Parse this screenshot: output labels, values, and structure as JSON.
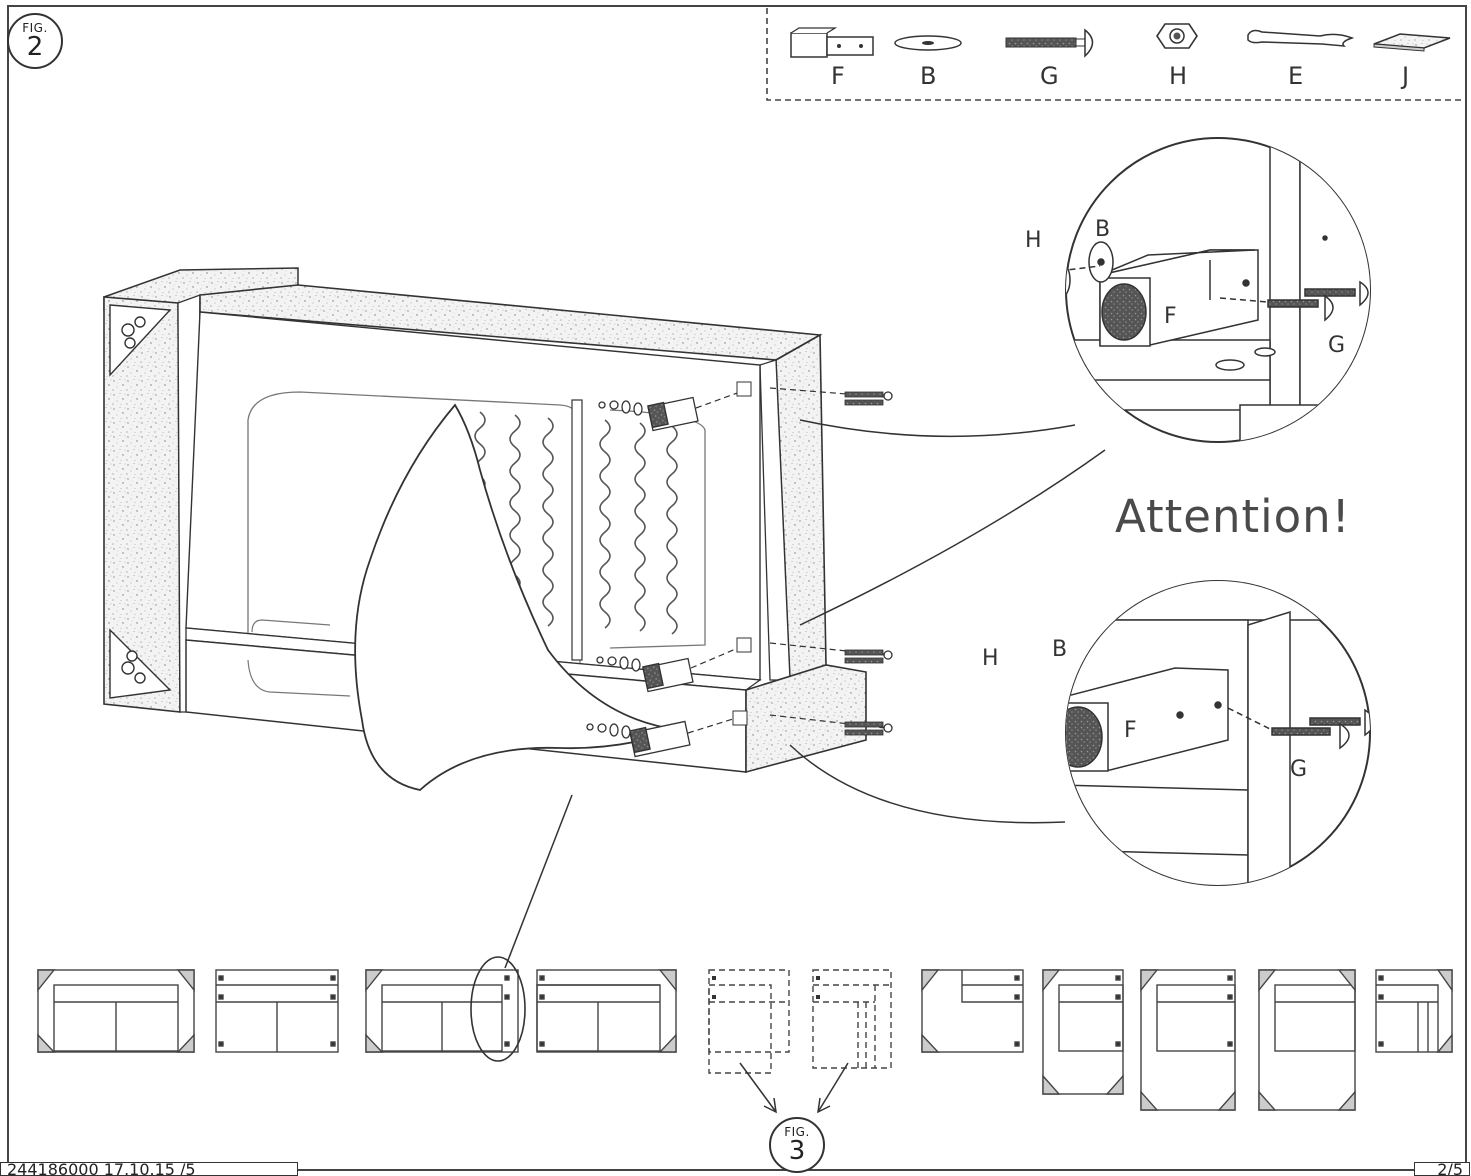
{
  "figure": {
    "word": "FIG.",
    "number": "2"
  },
  "next_figure": {
    "word": "FIG.",
    "number": "3"
  },
  "parts": [
    {
      "id": "F",
      "label": "F",
      "icon": "bracket-icon"
    },
    {
      "id": "B",
      "label": "B",
      "icon": "washer-icon"
    },
    {
      "id": "G",
      "label": "G",
      "icon": "bolt-icon"
    },
    {
      "id": "H",
      "label": "H",
      "icon": "nut-icon"
    },
    {
      "id": "E",
      "label": "E",
      "icon": "wrench-icon"
    },
    {
      "id": "J",
      "label": "J",
      "icon": "felt-pad-icon"
    }
  ],
  "attention": "Attention!",
  "callout_top": {
    "h": "H",
    "b": "B",
    "f": "F",
    "g": "G"
  },
  "callout_bottom": {
    "h": "H",
    "b": "B",
    "f": "F",
    "g": "G"
  },
  "footer": {
    "doc_code": "244186000 17.10.15 /5",
    "page": "2/5"
  }
}
